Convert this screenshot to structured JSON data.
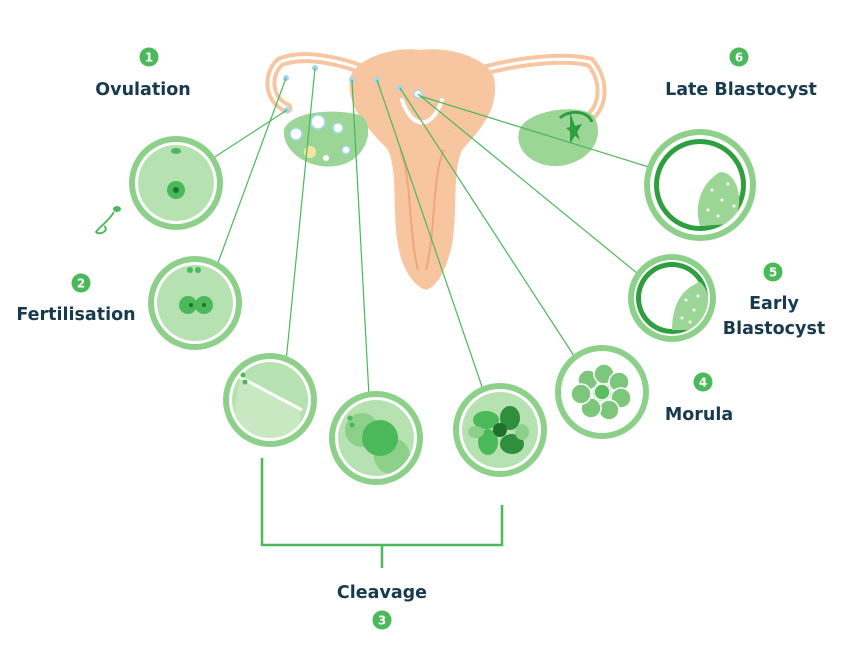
{
  "colors": {
    "accent": "#4bb85a",
    "label_text": "#183a4e",
    "membrane": "#8cd08a",
    "cell_fill": "#b6e1b0",
    "cell_dark": "#2f9e3f",
    "uterus": "#f7c6a0",
    "uterus_dark": "#efa777"
  },
  "stages": [
    {
      "number": "1",
      "label": "Ovulation"
    },
    {
      "number": "2",
      "label": "Fertilisation"
    },
    {
      "number": "3",
      "label": "Cleavage"
    },
    {
      "number": "4",
      "label": "Morula"
    },
    {
      "number": "5",
      "label_line1": "Early",
      "label_line2": "Blastocyst"
    },
    {
      "number": "6",
      "label": "Late Blastocyst"
    }
  ]
}
